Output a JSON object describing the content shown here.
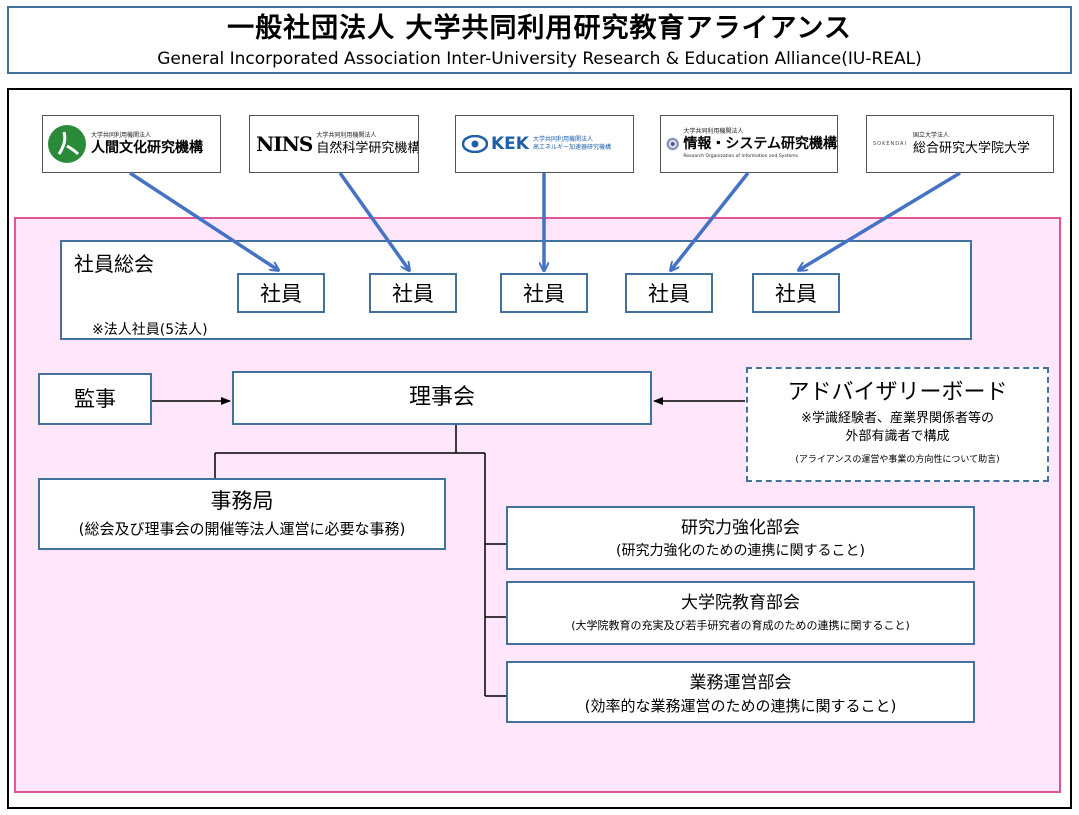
{
  "header": {
    "title_jp": "一般社団法人 大学共同利用研究教育アライアンス",
    "title_en": "General Incorporated Association Inter-University Research & Education Alliance(IU-REAL)"
  },
  "logos": [
    {
      "small": "大学共同利用機関法人",
      "big": "人間文化研究機構"
    },
    {
      "mark": "NINS",
      "small": "大学共同利用機関法人",
      "big": "自然科学研究機構"
    },
    {
      "mark": "KEK",
      "small": "大学共同利用機関法人",
      "big": "高エネルギー加速器研究機構"
    },
    {
      "small": "大学共同利用機関法人",
      "big": "情報・システム研究機構",
      "sub": "Research Organization of Information and Systems"
    },
    {
      "mark": "SOKENDAI",
      "small": "国立大学法人",
      "big": "総合研究大学院大学"
    }
  ],
  "members_general": {
    "label": "社員総会",
    "note": "※法人社員(5法人)",
    "members": [
      "社員",
      "社員",
      "社員",
      "社員",
      "社員"
    ]
  },
  "auditor": "監事",
  "board": "理事会",
  "advisory": {
    "title": "アドバイザリーボード",
    "note1": "※学識経験者、産業界関係者等の",
    "note2": "外部有識者で構成",
    "note3": "(アライアンスの運営や事業の方向性について助言)"
  },
  "secretariat": {
    "title": "事務局",
    "desc": "(総会及び理事会の開催等法人運営に必要な事務)"
  },
  "committees": [
    {
      "title": "研究力強化部会",
      "desc": "(研究力強化のための連携に関すること)"
    },
    {
      "title": "大学院教育部会",
      "desc": "(大学院教育の充実及び若手研究者の育成のための連携に関すること)"
    },
    {
      "title": "業務運営部会",
      "desc": "(効率的な業務運営のための連携に関すること)"
    }
  ],
  "colors": {
    "border_blue": "#41719c",
    "arrow_blue": "#4472c4",
    "pink_border": "#e0559a",
    "pink_fill": "#ffe6fb"
  }
}
